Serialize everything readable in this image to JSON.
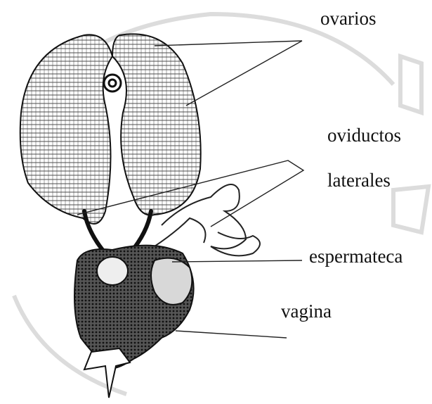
{
  "labels": {
    "ovaries": "ovarios",
    "lateral_oviducts_line1": "oviductos",
    "lateral_oviducts_line2": "laterales",
    "spermatheca": "espermateca",
    "vagina": "vagina"
  },
  "colors": {
    "ink": "#111111",
    "watermark": "#dcdcdc",
    "background": "#ffffff"
  }
}
